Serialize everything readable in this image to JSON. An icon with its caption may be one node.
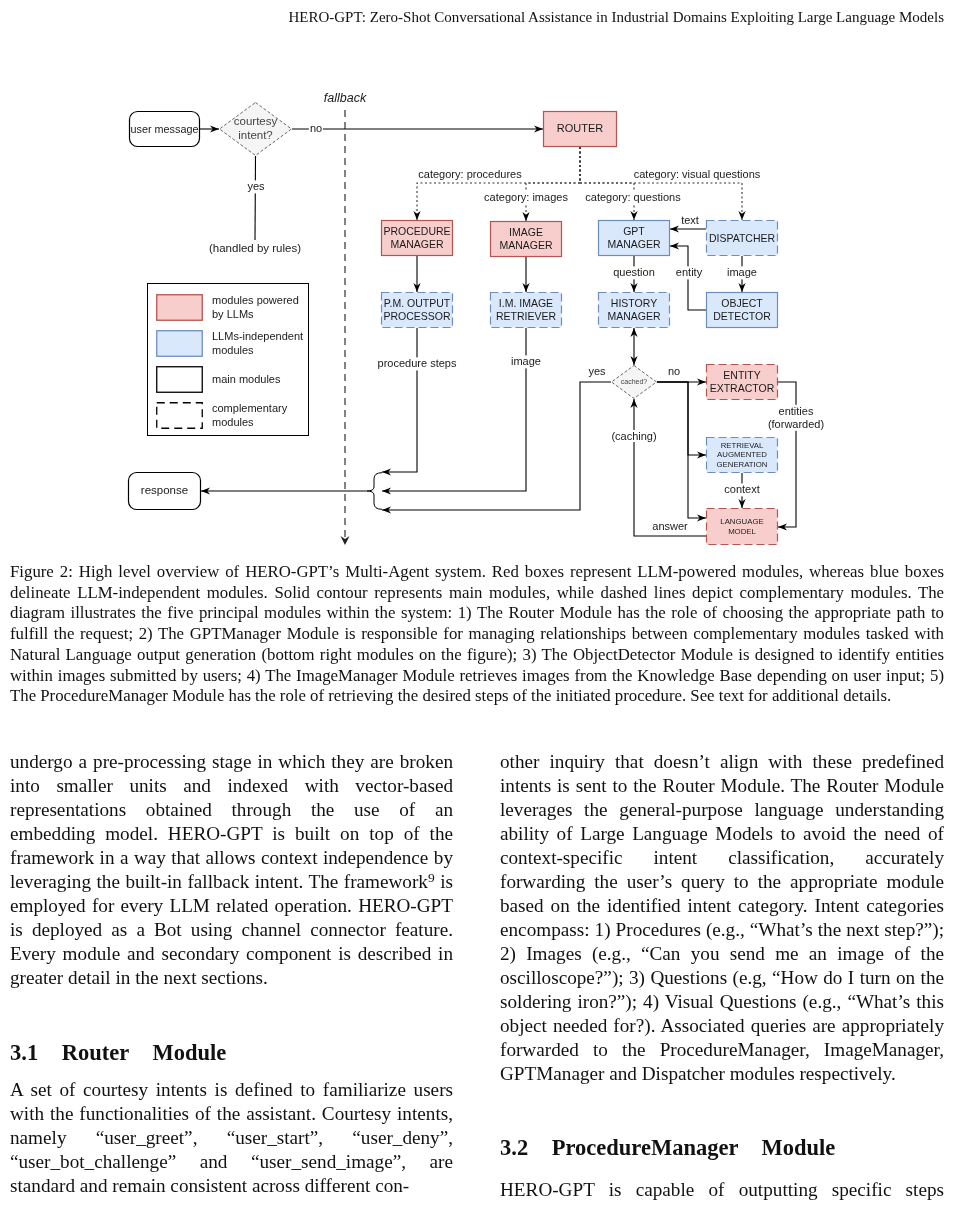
{
  "diagram": {
    "caption": "Figure 2: High level overview of HERO-GPT’s Multi-Agent system. Red boxes represent LLM-powered modules, whereas blue boxes delineate LLM-independent modules. Solid contour represents main modules, while dashed lines depict complementary modules. The diagram illustrates the five principal modules within the system: 1) The Router Module has the role of choosing the appropriate path to fulfill the request; 2) The GPTManager Module is responsible for managing relationships between complementary modules tasked with Natural Language output generation (bottom right modules on the figure); 3) The ObjectDetector Module is designed to identify entities within images submitted by users; 4) The ImageManager Module retrieves images from the Knowledge Base depending on user input; 5) The ProcedureManager Module has the role of retrieving the desired steps of the initiated procedure. See text for additional details.",
    "nodes": [
      {
        "text": [
          "user message"
        ]
      },
      {
        "text": [
          "courtesy intent?"
        ]
      },
      {
        "text": [
          "(handled by rules)"
        ]
      },
      {
        "text": [
          "ROUTER"
        ]
      },
      {
        "text": [
          "PROCEDURE MANAGER"
        ]
      },
      {
        "text": [
          "IMAGE MANAGER"
        ]
      },
      {
        "text": [
          "GPT MANAGER"
        ]
      },
      {
        "text": [
          "DISPATCHER"
        ]
      },
      {
        "text": [
          "P.M. OUTPUT PROCESSOR"
        ]
      },
      {
        "text": [
          "I.M. IMAGE RETRIEVER"
        ]
      },
      {
        "text": [
          "HISTORY MANAGER"
        ]
      },
      {
        "text": [
          "OBJECT DETECTOR"
        ]
      },
      {
        "text": [
          "cached?"
        ]
      },
      {
        "text": [
          "ENTITY EXTRACTOR"
        ]
      },
      {
        "text": [
          "RETRIEVAL AUGMENTED GENERATION"
        ]
      },
      {
        "text": [
          "LANGUAGE MODEL"
        ]
      },
      {
        "text": [],
        "shape": "brace"
      },
      {
        "text": [
          "response"
        ]
      }
    ],
    "edges": [
      {
        "from": 0,
        "to": 1,
        "arrow": "to"
      },
      {
        "from": 1,
        "to": 2,
        "arrow": "none",
        "label": "yes"
      },
      {
        "from": 1,
        "to": 3,
        "arrow": "to",
        "label": "no"
      },
      {
        "from": 3,
        "to": 4,
        "arrow": "to",
        "label": "category: procedures",
        "style": "dashed"
      },
      {
        "from": 3,
        "to": 5,
        "arrow": "to",
        "label": "category: images",
        "style": "dashed"
      },
      {
        "from": 3,
        "to": 6,
        "arrow": "to",
        "label": "category: questions",
        "style": "dashed"
      },
      {
        "from": 3,
        "to": 7,
        "arrow": "to",
        "label": "category: visual questions",
        "style": "dashed"
      },
      {
        "from": 7,
        "to": 6,
        "arrow": "to",
        "label": "text"
      },
      {
        "from": 4,
        "to": 8,
        "arrow": "to"
      },
      {
        "from": 5,
        "to": 9,
        "arrow": "to"
      },
      {
        "from": 6,
        "to": 10,
        "arrow": "to",
        "label": "question"
      },
      {
        "from": 7,
        "to": 11,
        "arrow": "to",
        "label": "image"
      },
      {
        "from": 11,
        "to": 6,
        "arrow": "to",
        "label": "entity"
      },
      {
        "from": 10,
        "to": 12,
        "arrow": "both"
      },
      {
        "from": 12,
        "to": 16,
        "arrow": "to",
        "label": "yes"
      },
      {
        "from": 12,
        "to": 13,
        "arrow": "to",
        "label": "no"
      },
      {
        "from": 12,
        "to": 14,
        "arrow": "to"
      },
      {
        "from": 12,
        "to": 15,
        "arrow": "to"
      },
      {
        "from": 13,
        "to": 15,
        "arrow": "to",
        "label": "entities (forwarded)"
      },
      {
        "from": 14,
        "to": 15,
        "arrow": "to",
        "label": "context"
      },
      {
        "from": 15,
        "to": 12,
        "arrow": "to",
        "label": "answer"
      },
      {
        "from": 8,
        "to": 16,
        "arrow": "to",
        "label": "procedure steps"
      },
      {
        "from": 9,
        "to": 16,
        "arrow": "to",
        "label": "image"
      },
      {
        "from": 16,
        "to": 17,
        "arrow": "to"
      }
    ],
    "labels": [
      "HERO-GPT: Zero-Shot Conversational Assistance in Industrial Domains Exploiting Large Language Models",
      "fallback",
      "(caching)",
      "undergo a pre-processing stage in which they are broken into smaller units and indexed with vector-based representations obtained through the use of an embedding model. HERO-GPT is built on top of the framework in a way that allows context independence by leveraging the built-in fallback intent. The framework$^{9}$ is employed for every LLM related operation. HERO-GPT is deployed as a Bot using channel connector feature. Every module and secondary component is described in greater detail in the next sections.",
      "3.1 Router Module",
      "A set of courtesy intents is defined to familiarize users with the functionalities of the assistant. Courtesy intents, namely “user_greet”, “user_start”, “user_deny”, “user_bot_challenge” and “user_send_image”, are standard and remain consistent across different con-",
      "other inquiry that doesn’t align with these predefined intents is sent to the Router Module. The Router Module leverages the general-purpose language understanding ability of Large Language Models to avoid the need of context-specific intent classification, accurately forwarding the user’s query to the appropriate module based on the identified intent category. Intent categories encompass: 1) Procedures (e.g., “What’s the next step?”); 2) Images (e.g., “Can you send me an image of the oscilloscope?”); 3) Questions (e.g, “How do I turn on the soldering iron?”); 4) Visual Questions (e.g., “What’s this object needed for?). Associated queries are appropriately forwarded to the ProcedureManager, ImageManager, GPTManager and Dispatcher modules respectively.",
      "3.2 ProcedureManager Module",
      "HERO-GPT is capable of outputting specific steps"
    ],
    "legend": [
      {
        "text": "modules powered by LLMs",
        "color": "#f8cecc"
      },
      {
        "text": "LLMs-independent modules",
        "color": "#dae8fc"
      },
      {
        "text": "main modules"
      },
      {
        "text": "complementary modules"
      }
    ]
  }
}
